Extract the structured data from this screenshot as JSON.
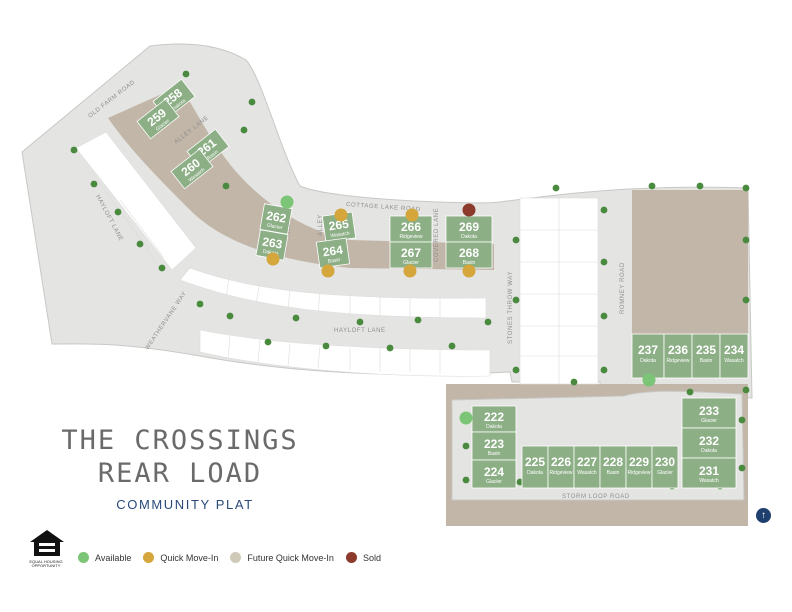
{
  "title_line1": "THE CROSSINGS",
  "title_line2": "REAR LOAD",
  "subtitle": "COMMUNITY PLAT",
  "eho_label": "EQUAL HOUSING OPPORTUNITY",
  "north_icon": "north-arrow-icon",
  "colors": {
    "lot": "#8daf86",
    "road": "#e4e4e2",
    "tan": "#c1b6a8",
    "tree": "#4a8a3e",
    "available": "#7cc576",
    "quick_move_in": "#d4a63c",
    "future_quick_move_in": "#cfcab7",
    "sold": "#8b3a2c",
    "title_blue": "#2a4a7a"
  },
  "legend": [
    {
      "label": "Available",
      "color": "#7cc576"
    },
    {
      "label": "Quick Move-In",
      "color": "#d4a63c"
    },
    {
      "label": "Future Quick Move-In",
      "color": "#cfcab7"
    },
    {
      "label": "Sold",
      "color": "#8b3a2c"
    }
  ],
  "streets": {
    "old_farm": "OLD FARM ROAD",
    "hayloft_lane_west": "HAYLOFT LANE",
    "cottage_lake": "COTTAGE LAKE ROAD",
    "hayloft_lane": "HAYLOFT LANE",
    "weathervane": "WEATHERVANE WAY",
    "stones_throw": "STONES THROW WAY",
    "romney": "ROMNEY ROAD",
    "storm_loop": "STORM LOOP ROAD",
    "alley_a": "ALLEY LANE",
    "alley_b": "ALLEY",
    "alley_c": "ALLEY",
    "alley_d": "COVERED LANE"
  },
  "lots": [
    {
      "number": "258",
      "plan": "Dakota",
      "status": "none"
    },
    {
      "number": "259",
      "plan": "Glacier",
      "status": "none"
    },
    {
      "number": "261",
      "plan": "Basin",
      "status": "none"
    },
    {
      "number": "260",
      "plan": "Wasatch",
      "status": "none"
    },
    {
      "number": "262",
      "plan": "Glacier",
      "status": "available"
    },
    {
      "number": "263",
      "plan": "Dakota",
      "status": "quick_move_in"
    },
    {
      "number": "265",
      "plan": "Wasatch",
      "status": "quick_move_in"
    },
    {
      "number": "264",
      "plan": "Basin",
      "status": "quick_move_in"
    },
    {
      "number": "266",
      "plan": "Ridgeview",
      "status": "quick_move_in"
    },
    {
      "number": "267",
      "plan": "Glacier",
      "status": "quick_move_in"
    },
    {
      "number": "269",
      "plan": "Dakota",
      "status": "sold"
    },
    {
      "number": "268",
      "plan": "Basin",
      "status": "quick_move_in"
    },
    {
      "number": "237",
      "plan": "Dakota",
      "status": "available"
    },
    {
      "number": "236",
      "plan": "Ridgeview",
      "status": "none"
    },
    {
      "number": "235",
      "plan": "Basin",
      "status": "none"
    },
    {
      "number": "234",
      "plan": "Wasatch",
      "status": "none"
    },
    {
      "number": "222",
      "plan": "Dakota",
      "status": "available"
    },
    {
      "number": "223",
      "plan": "Basin",
      "status": "none"
    },
    {
      "number": "224",
      "plan": "Glacier",
      "status": "none"
    },
    {
      "number": "233",
      "plan": "Glacier",
      "status": "none"
    },
    {
      "number": "232",
      "plan": "Dakota",
      "status": "none"
    },
    {
      "number": "231",
      "plan": "Wasatch",
      "status": "none"
    },
    {
      "number": "225",
      "plan": "Dakota",
      "status": "none"
    },
    {
      "number": "226",
      "plan": "Ridgeview",
      "status": "none"
    },
    {
      "number": "227",
      "plan": "Wasatch",
      "status": "none"
    },
    {
      "number": "228",
      "plan": "Basin",
      "status": "none"
    },
    {
      "number": "229",
      "plan": "Ridgeview",
      "status": "none"
    },
    {
      "number": "230",
      "plan": "Glacier",
      "status": "none"
    }
  ]
}
